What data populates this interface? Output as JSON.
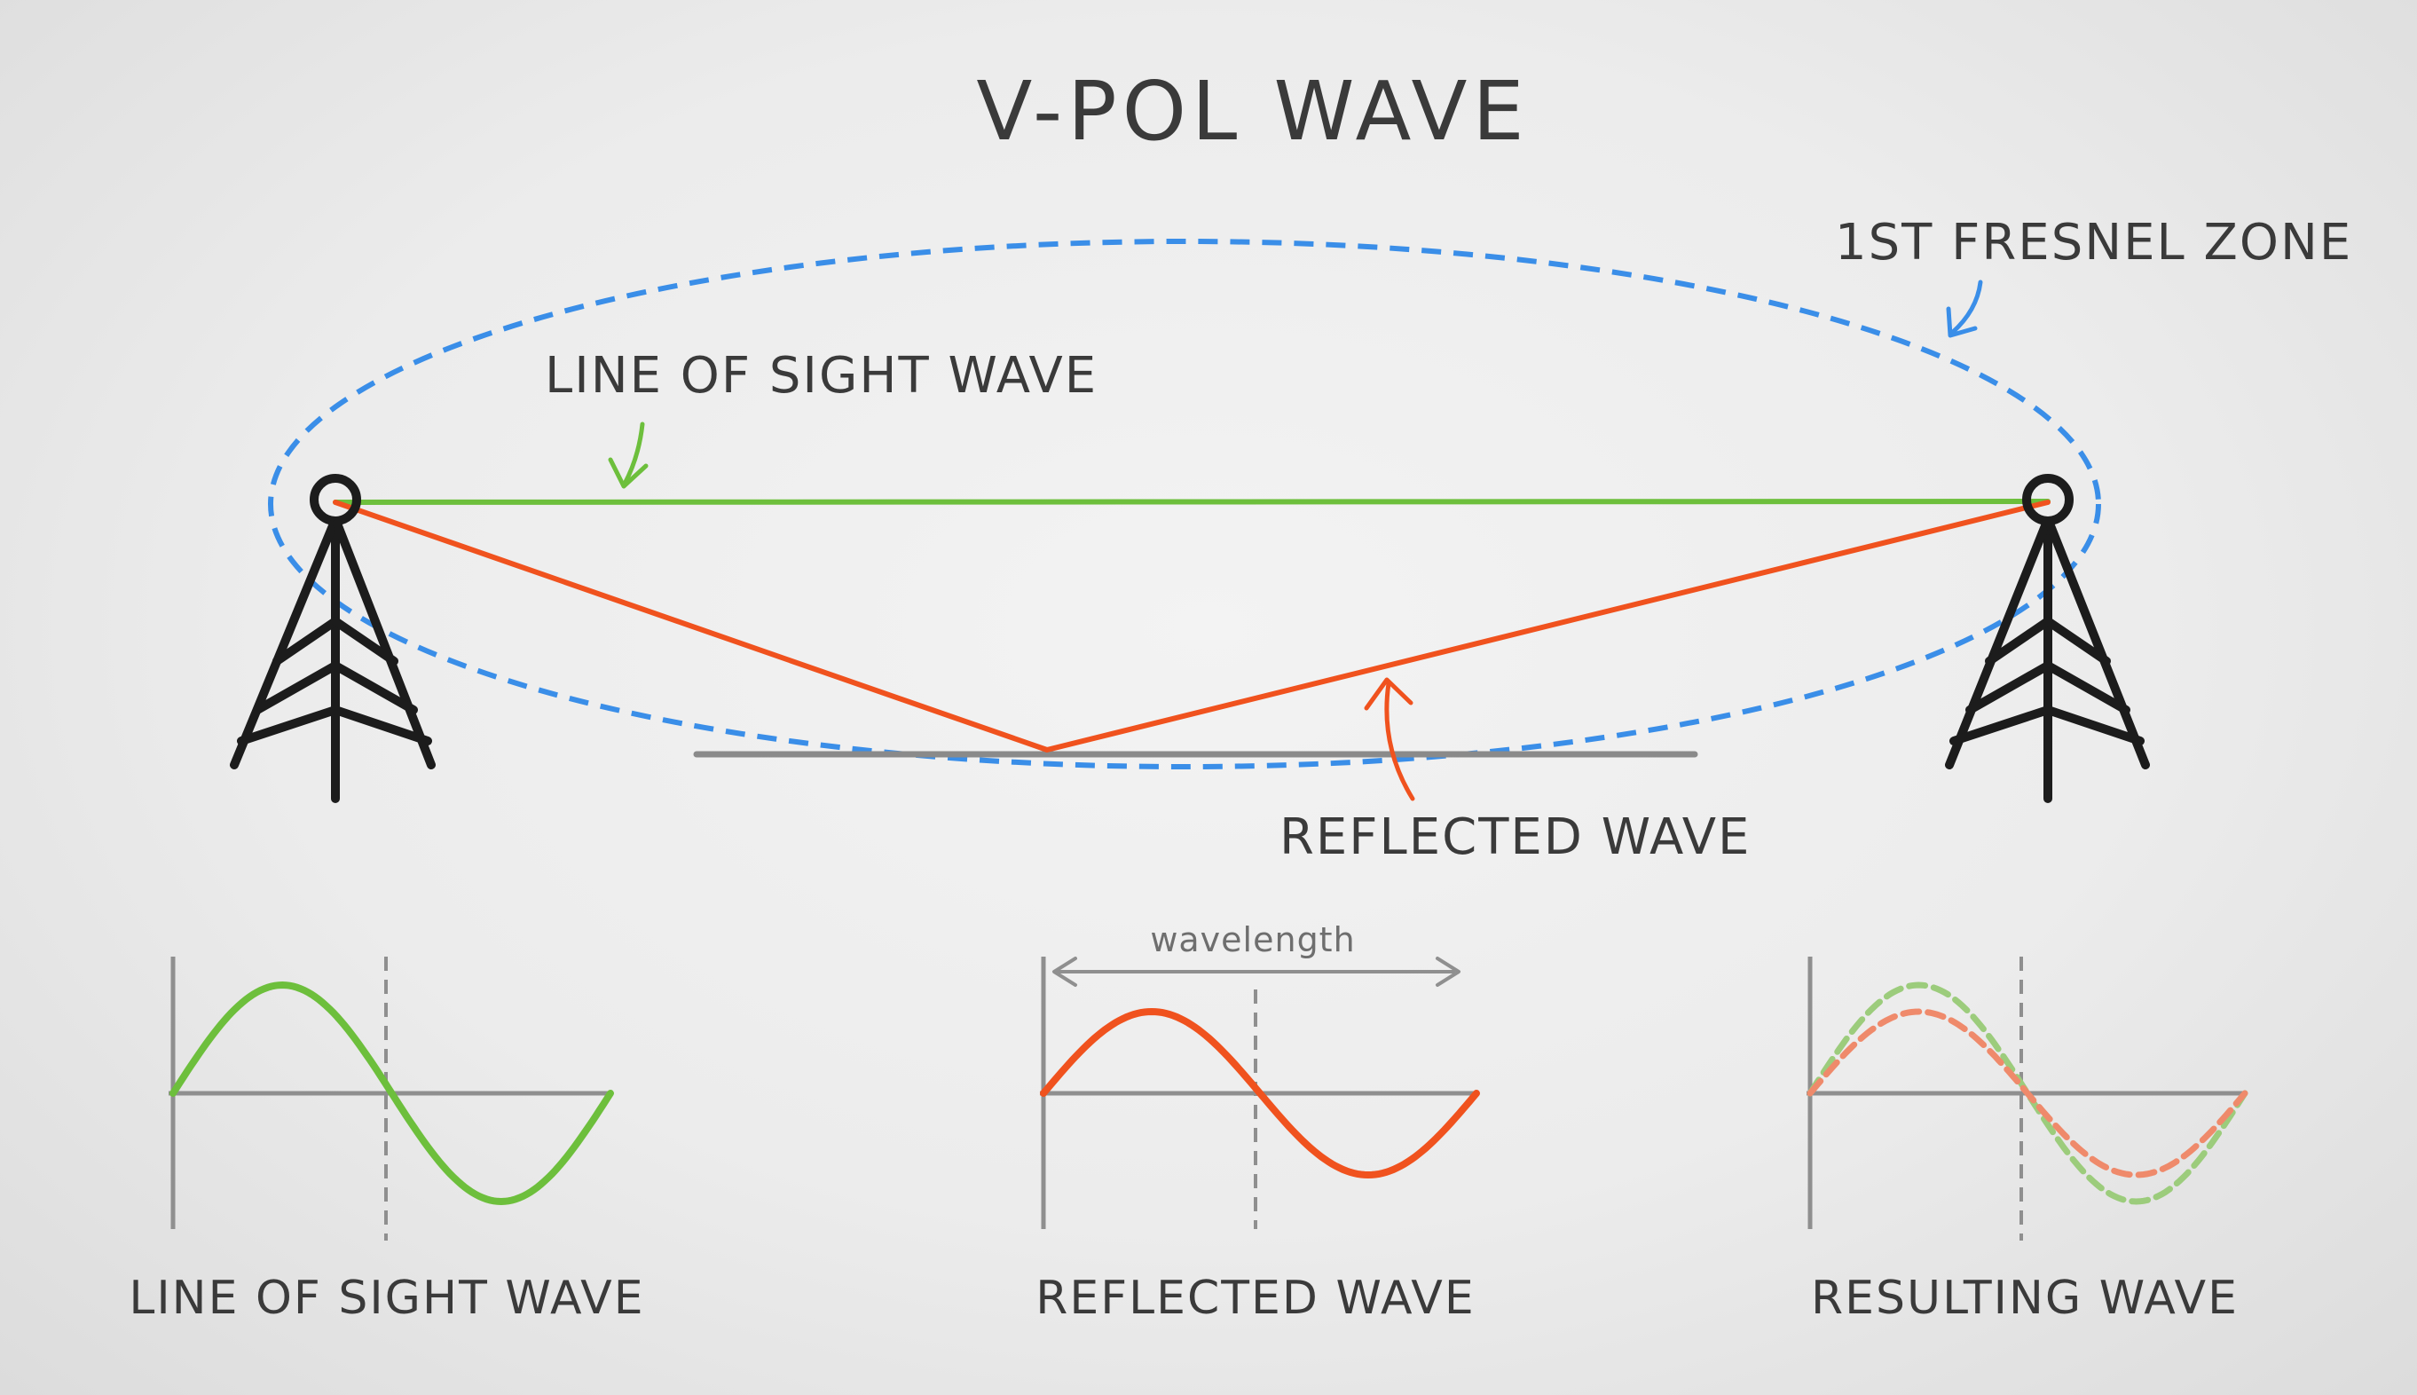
{
  "title": "V-POL WAVE",
  "labels": {
    "fresnel_zone": "1ST FRESNEL ZONE",
    "line_of_sight_top": "LINE OF SIGHT WAVE",
    "reflected_top": "REFLECTED WAVE",
    "wavelength": "wavelength"
  },
  "graphs": {
    "los_caption": "LINE OF SIGHT WAVE",
    "reflected_caption": "REFLECTED WAVE",
    "resulting_caption": "RESULTING WAVE"
  },
  "colors": {
    "los_wave": "#6dbf3c",
    "reflected_wave": "#f0521e",
    "fresnel": "#3a8ee8",
    "ground": "#8a8a8a",
    "tower": "#1c1c1c",
    "axis": "#8f8f8f"
  }
}
